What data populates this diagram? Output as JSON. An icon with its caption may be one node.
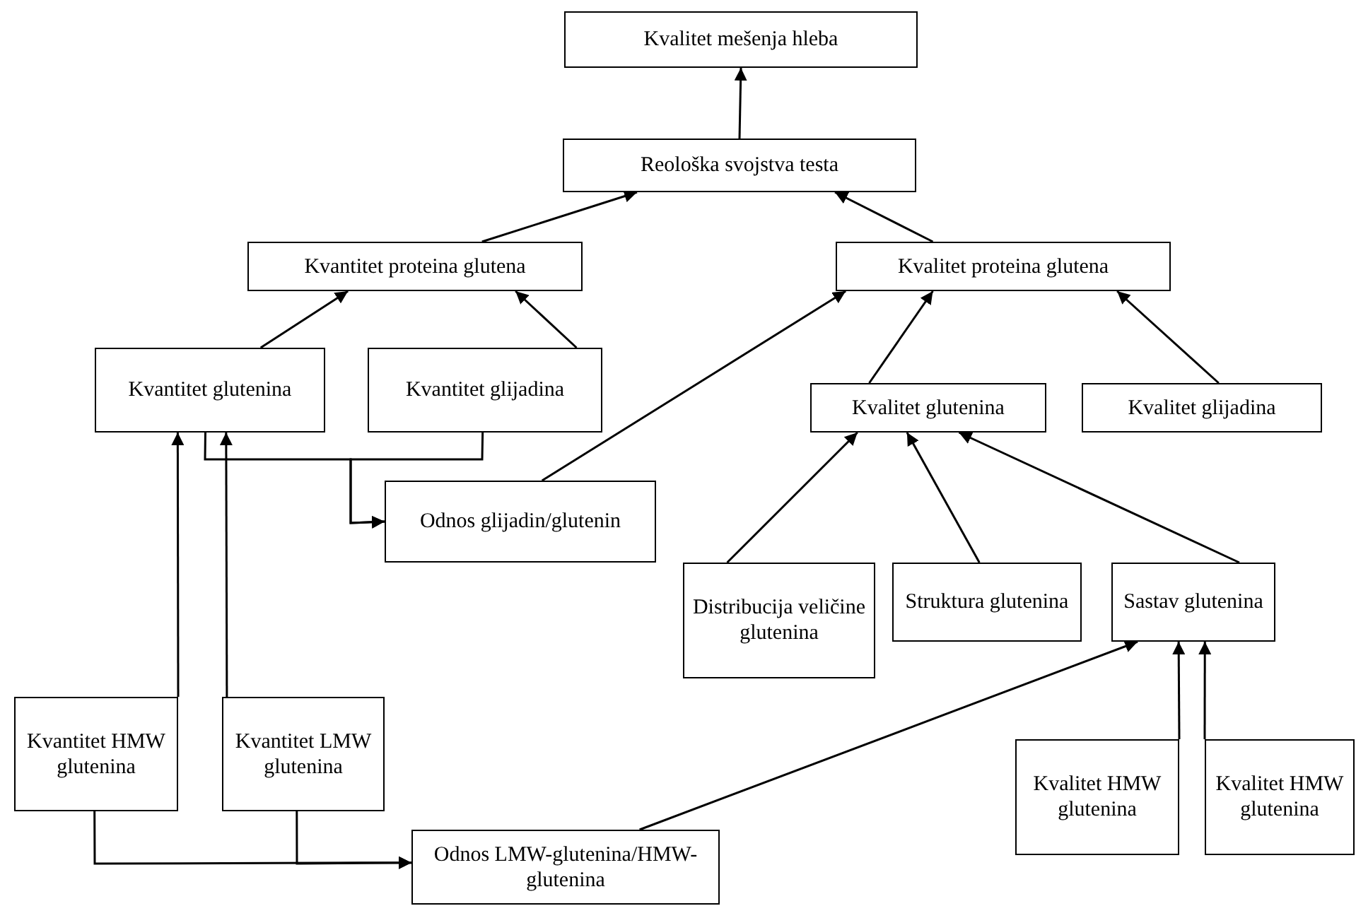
{
  "diagram": {
    "nodes": [
      {
        "text": [
          "Kvalitet mešenja hleba"
        ]
      },
      {
        "text": [
          "Reološka svojstva testa"
        ]
      },
      {
        "text": [
          "Kvantitet proteina glutena"
        ]
      },
      {
        "text": [
          "Kvalitet proteina glutena"
        ]
      },
      {
        "text": [
          "Kvantitet glutenina"
        ]
      },
      {
        "text": [
          "Kvantitet glijadina"
        ]
      },
      {
        "text": [
          "Kvalitet glutenina"
        ]
      },
      {
        "text": [
          "Kvalitet glijadina"
        ]
      },
      {
        "text": [
          "Odnos glijadin/glutenin"
        ]
      },
      {
        "text": [
          "Distribucija veličine glutenina"
        ]
      },
      {
        "text": [
          "Struktura glutenina"
        ]
      },
      {
        "text": [
          "Sastav glutenina"
        ]
      },
      {
        "text": [
          "Kvantitet HMW glutenina"
        ]
      },
      {
        "text": [
          "Kvantitet LMW glutenina"
        ]
      },
      {
        "text": [
          "Kvalitet HMW glutenina"
        ]
      },
      {
        "text": [
          "Kvalitet HMW glutenina"
        ]
      },
      {
        "text": [
          "Odnos LMW-glutenina/HMW-glutenina"
        ]
      }
    ],
    "edges": [
      {
        "from": 1,
        "to": 0,
        "arrow": "to"
      },
      {
        "from": 2,
        "to": 1,
        "arrow": "to"
      },
      {
        "from": 3,
        "to": 1,
        "arrow": "to"
      },
      {
        "from": 4,
        "to": 2,
        "arrow": "to"
      },
      {
        "from": 5,
        "to": 2,
        "arrow": "to"
      },
      {
        "from": 8,
        "to": 3,
        "arrow": "to"
      },
      {
        "from": 6,
        "to": 3,
        "arrow": "to"
      },
      {
        "from": 7,
        "to": 3,
        "arrow": "to"
      },
      {
        "from": 9,
        "to": 6,
        "arrow": "to"
      },
      {
        "from": 10,
        "to": 6,
        "arrow": "to"
      },
      {
        "from": 11,
        "to": 6,
        "arrow": "to"
      },
      {
        "from": 16,
        "to": 11,
        "arrow": "to"
      },
      {
        "from": 12,
        "to": 4,
        "arrow": "to"
      },
      {
        "from": 13,
        "to": 4,
        "arrow": "to"
      },
      {
        "from": 4,
        "to": 8,
        "arrow": "to"
      },
      {
        "from": 5,
        "to": 8,
        "arrow": "to"
      },
      {
        "from": 12,
        "to": 16,
        "arrow": "to"
      },
      {
        "from": 13,
        "to": 16,
        "arrow": "to"
      },
      {
        "from": 14,
        "to": 11,
        "arrow": "to"
      },
      {
        "from": 15,
        "to": 11,
        "arrow": "to"
      }
    ]
  }
}
